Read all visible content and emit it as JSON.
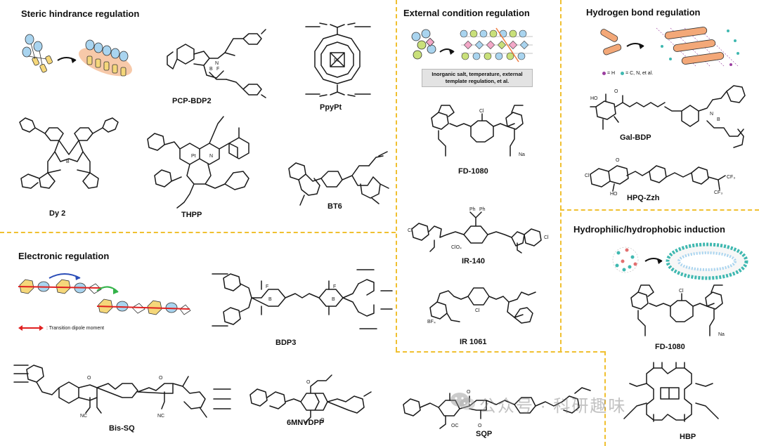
{
  "panels": {
    "steric": "Steric hindrance regulation",
    "external": "External condition regulation",
    "hbond": "Hydrogen bond regulation",
    "electronic": "Electronic regulation",
    "hydrophilic": "Hydrophilic/hydrophobic induction"
  },
  "external_box": "Inorganic salt, temperature, external template regulation, et al.",
  "hbond_legend": {
    "h": "= H",
    "con": "= C, N, et al."
  },
  "transition_dipole": ": Transition dipole moment",
  "molecules": {
    "pcp_bdp2": "PCP-BDP2",
    "ppypt": "PpyPt",
    "dy2": "Dy 2",
    "thpp": "THPP",
    "bt6": "BT6",
    "fd1080_a": "FD-1080",
    "ir140": "IR-140",
    "ir1061": "IR 1061",
    "gal_bdp": "Gal-BDP",
    "hpq_zzh": "HPQ-Zzh",
    "fd1080_b": "FD-1080",
    "bdp3": "BDP3",
    "bis_sq": "Bis-SQ",
    "mnvdpp": "6MNVDPP",
    "sqp": "SQP",
    "hbp": "HBP"
  },
  "watermark": "公众号 · 科研趣味",
  "colors": {
    "divider": "#f0c030",
    "yellow": "#f5d77a",
    "blue": "#a9d4ef",
    "green": "#c9e07a",
    "orange": "#f3a878",
    "teal": "#3fb8b0",
    "purple": "#9b3fa0",
    "red": "#e02020"
  }
}
